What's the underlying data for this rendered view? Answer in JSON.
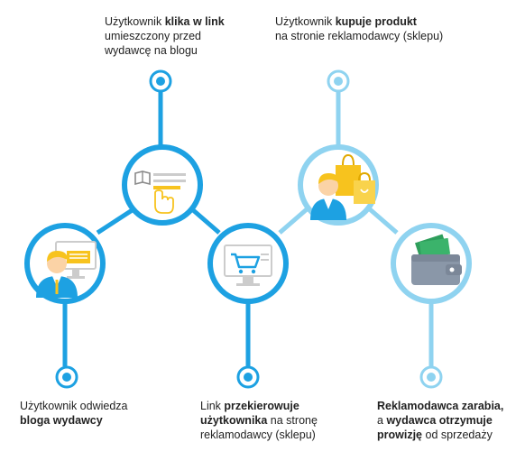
{
  "colors": {
    "dark_blue": "#1da1e2",
    "light_blue": "#8fd3f0",
    "stroke_gray": "#cccccc",
    "yellow": "#f7c31e",
    "green": "#3bb36b"
  },
  "steps": [
    {
      "ring_color": "dark_blue",
      "icon": "user-at-computer-icon",
      "caption_lines": [
        [
          {
            "t": "Użytkownik odwiedza",
            "b": false
          }
        ],
        [
          {
            "t": "bloga wydawcy",
            "b": true
          }
        ]
      ]
    },
    {
      "ring_color": "dark_blue",
      "icon": "click-link-icon",
      "caption_lines": [
        [
          {
            "t": "Użytkownik ",
            "b": false
          },
          {
            "t": "klika w link",
            "b": true
          }
        ],
        [
          {
            "t": "umieszczony przed",
            "b": false
          }
        ],
        [
          {
            "t": "wydawcę na blogu",
            "b": false
          }
        ]
      ]
    },
    {
      "ring_color": "dark_blue",
      "icon": "shopping-cart-screen-icon",
      "caption_lines": [
        [
          {
            "t": "Link ",
            "b": false
          },
          {
            "t": "przekierowuje",
            "b": true
          }
        ],
        [
          {
            "t": "użytkownika",
            "b": true
          },
          {
            "t": " na stronę",
            "b": false
          }
        ],
        [
          {
            "t": "reklamodawcy (sklepu)",
            "b": false
          }
        ]
      ]
    },
    {
      "ring_color": "light_blue",
      "icon": "user-with-shopping-bags-icon",
      "caption_lines": [
        [
          {
            "t": "Użytkownik ",
            "b": false
          },
          {
            "t": "kupuje produkt",
            "b": true
          }
        ],
        [
          {
            "t": "na stronie reklamodawcy (sklepu)",
            "b": false
          }
        ]
      ]
    },
    {
      "ring_color": "light_blue",
      "icon": "wallet-with-money-icon",
      "caption_lines": [
        [
          {
            "t": "Reklamodawca zarabia,",
            "b": true
          }
        ],
        [
          {
            "t": "a ",
            "b": false
          },
          {
            "t": "wydawca otrzymuje",
            "b": true
          }
        ],
        [
          {
            "t": "prowizję",
            "b": true
          },
          {
            "t": " od sprzedaży",
            "b": false
          }
        ]
      ]
    }
  ]
}
